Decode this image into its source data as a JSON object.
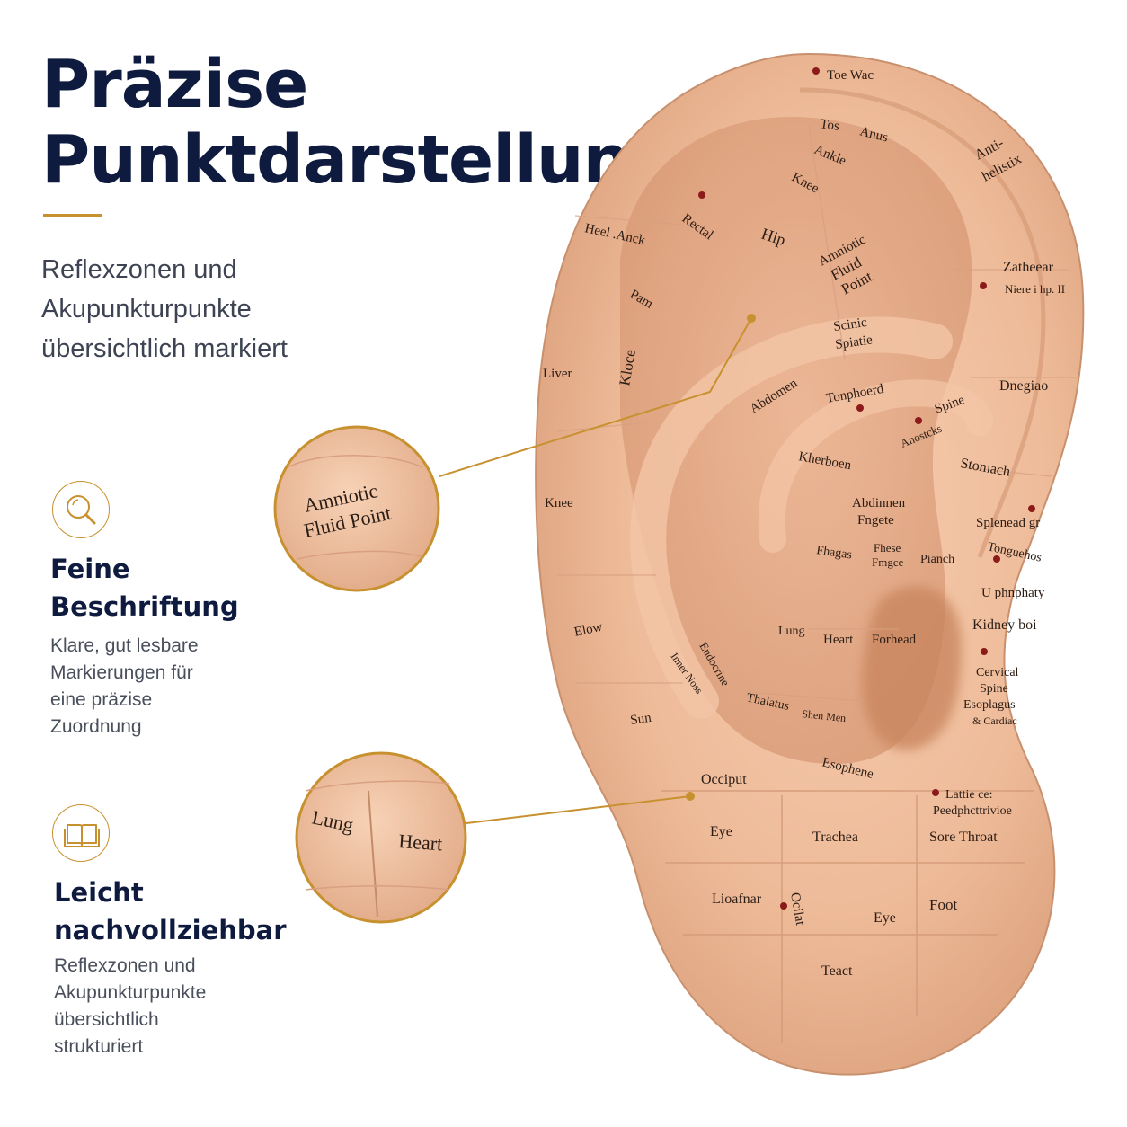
{
  "headline": {
    "line1": "Präzise",
    "line2": "Punktdarstellung"
  },
  "subtitle": {
    "line1": "Reflexzonen und",
    "line2": "Akupunkturpunkte",
    "line3": "übersichtlich markiert"
  },
  "features": [
    {
      "icon": "magnifier-icon",
      "title_line1": "Feine",
      "title_line2": "Beschriftung",
      "desc_line1": "Klare, gut lesbare",
      "desc_line2": "Markierungen für",
      "desc_line3": "eine präzise",
      "desc_line4": "Zuordnung"
    },
    {
      "icon": "book-icon",
      "title_line1": "Leicht",
      "title_line2": "nachvollziehbar",
      "desc_line1": "Reflexzonen und",
      "desc_line2": "Akupunkturpunkte",
      "desc_line3": "übersichtlich",
      "desc_line4": "strukturiert"
    }
  ],
  "zoom_callouts": {
    "top_line1": "Amniotic",
    "top_line2": "Fluid Point",
    "bottom_left": "Lung",
    "bottom_right": "Heart"
  },
  "colors": {
    "navy": "#0e1b3f",
    "gold_accent": "#c8912f",
    "ear_skin": "#efbd9d",
    "point_red": "#8c1a1a"
  },
  "ear_labels": {
    "toe_wac": "Toe Wac",
    "tos": "Tos",
    "anus": "Anus",
    "ankle": "Ankle",
    "knee_top": "Knee",
    "hip": "Hip",
    "rectal": "Rectal",
    "heel": "Heel .Anck",
    "anti_helix1": "Anti-",
    "anti_helix2": "helistix",
    "zatheear": "Zatheear",
    "niere": "Niere i hp. II",
    "amniotic_1": "Amniotic",
    "amniotic_2": "Fluid",
    "amniotic_3": "Point",
    "scinic_1": "Scinic",
    "scinic_2": "Spiatie",
    "pam": "Pam",
    "liver": "Liver",
    "knoe": "Kloce",
    "abdomen": "Abdomen",
    "tonphoerd": "Tonphoerd",
    "spine": "Spine",
    "anostcks": "Anostcks",
    "dnegiao": "Dnegiao",
    "stomach": "Stomach",
    "knee_left": "Knee",
    "kherboen": "Kherboen",
    "abdinnen_1": "Abdinnen",
    "abdinnen_2": "Fngete",
    "splenead": "Splenead gr",
    "tonguehos": "Tonguehos",
    "fhagas": "Fhagas",
    "fhese_1": "Fhese",
    "fhese_2": "Fmgce",
    "pianch": "Pianch",
    "u_phnphaty": "U phnphaty",
    "kidney": "Kidney boi",
    "elow": "Elow",
    "lung": "Lung",
    "heart": "Heart",
    "forhead": "Forhead",
    "cervical_1": "Cervical",
    "cervical_2": "Spine",
    "cervical_3": "Esoplagus",
    "cervical_4": "& Cardiac",
    "thalatus": "Thalatus",
    "shen_men": "Shen Men",
    "sun": "Sun",
    "endocrine": "Endocrine",
    "inner_nose": "Inner Noss",
    "esophene": "Esophene",
    "occiput": "Occiput",
    "lattie_1": "Lattie ce:",
    "lattie_2": "Peedphcttrivioe",
    "eye_left": "Eye",
    "trachea": "Trachea",
    "sore_throat": "Sore Throat",
    "lioafnar": "Lioafnar",
    "ocilat": "Ocilat",
    "eye_mid": "Eye",
    "foot": "Foot",
    "teact": "Teact"
  }
}
